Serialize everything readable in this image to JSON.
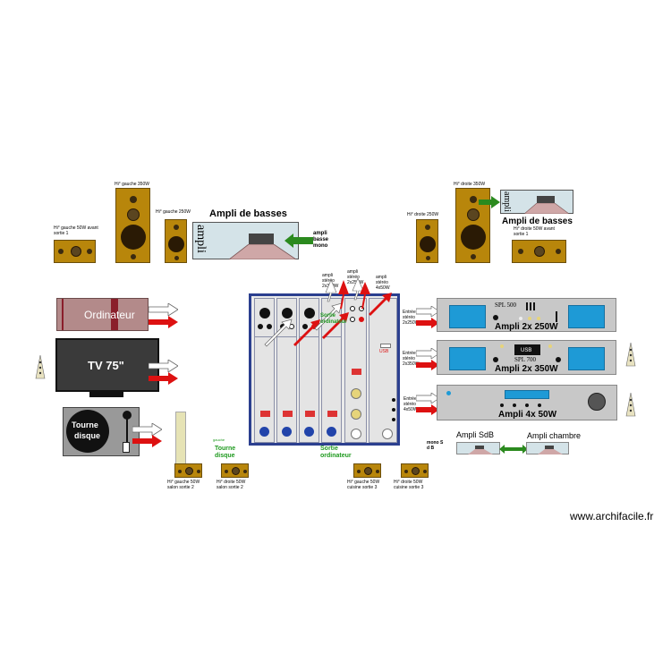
{
  "speakers": {
    "front_left_50": "Hi° gauche 50W avant sortie 1",
    "left_350": "Hi° gauche 350W",
    "left_250": "Hi° gauche 250W",
    "right_250": "Hi° droite 250W",
    "right_350": "Hi° droite 350W",
    "front_right_50": "Hi° droite 50W avant sortie 1",
    "salon_left": "Hi° gauche 50W salon sortie 2",
    "salon_right": "Hi° droite 50W salon sortie 2",
    "cuisine_left": "Hi° gauche 50W cuisine sortie 3",
    "cuisine_right": "Hi° droite 50W cuisine sortie 3"
  },
  "bass_amp": {
    "title": "Ampli de basses",
    "side_label": "ampli",
    "mono_label": "ampli basse mono"
  },
  "bass_amp_right": {
    "title": "Ampli de basses",
    "side_label": "ampli"
  },
  "sources": {
    "computer": "Ordinateur",
    "tv": "TV 75\"",
    "turntable_line1": "Tourne",
    "turntable_line2": "disque"
  },
  "mixer": {
    "top_label_1": "ampli stéréo 2x350W",
    "top_label_2": "ampli stéréo 2x250W",
    "top_label_3": "ampli stéréo 4x50W",
    "usb": "USB",
    "input_turntable": "Tourne disque",
    "output_computer": "Sortie ordinateur",
    "overlay_label": "Sortie ordinateur",
    "small_label": "gauche"
  },
  "amplifiers": {
    "amp1": {
      "title": "Ampli 2x 250W",
      "brand": "SPL 500",
      "input": "Entrée stéréo 2x250W"
    },
    "amp2": {
      "title": "Ampli 2x 350W",
      "brand": "SPL 700",
      "usb": "USB",
      "input": "Entrée stéréo 2x350W"
    },
    "amp3": {
      "title": "Ampli 4x 50W",
      "input": "Entrée stéréo 4x50W"
    }
  },
  "small_amps": {
    "sdb": "Ampli SdB",
    "chambre": "Ampli chambre",
    "mono_sdb": "mono S d B"
  },
  "watermark": "www.archifacile.fr",
  "colors": {
    "speaker_wood": "#b8860b",
    "arrow_red": "#dd1111",
    "arrow_green": "#2b8a1e",
    "amp_screen": "#1e9ad6",
    "mixer_frame": "#2b3f8f"
  }
}
